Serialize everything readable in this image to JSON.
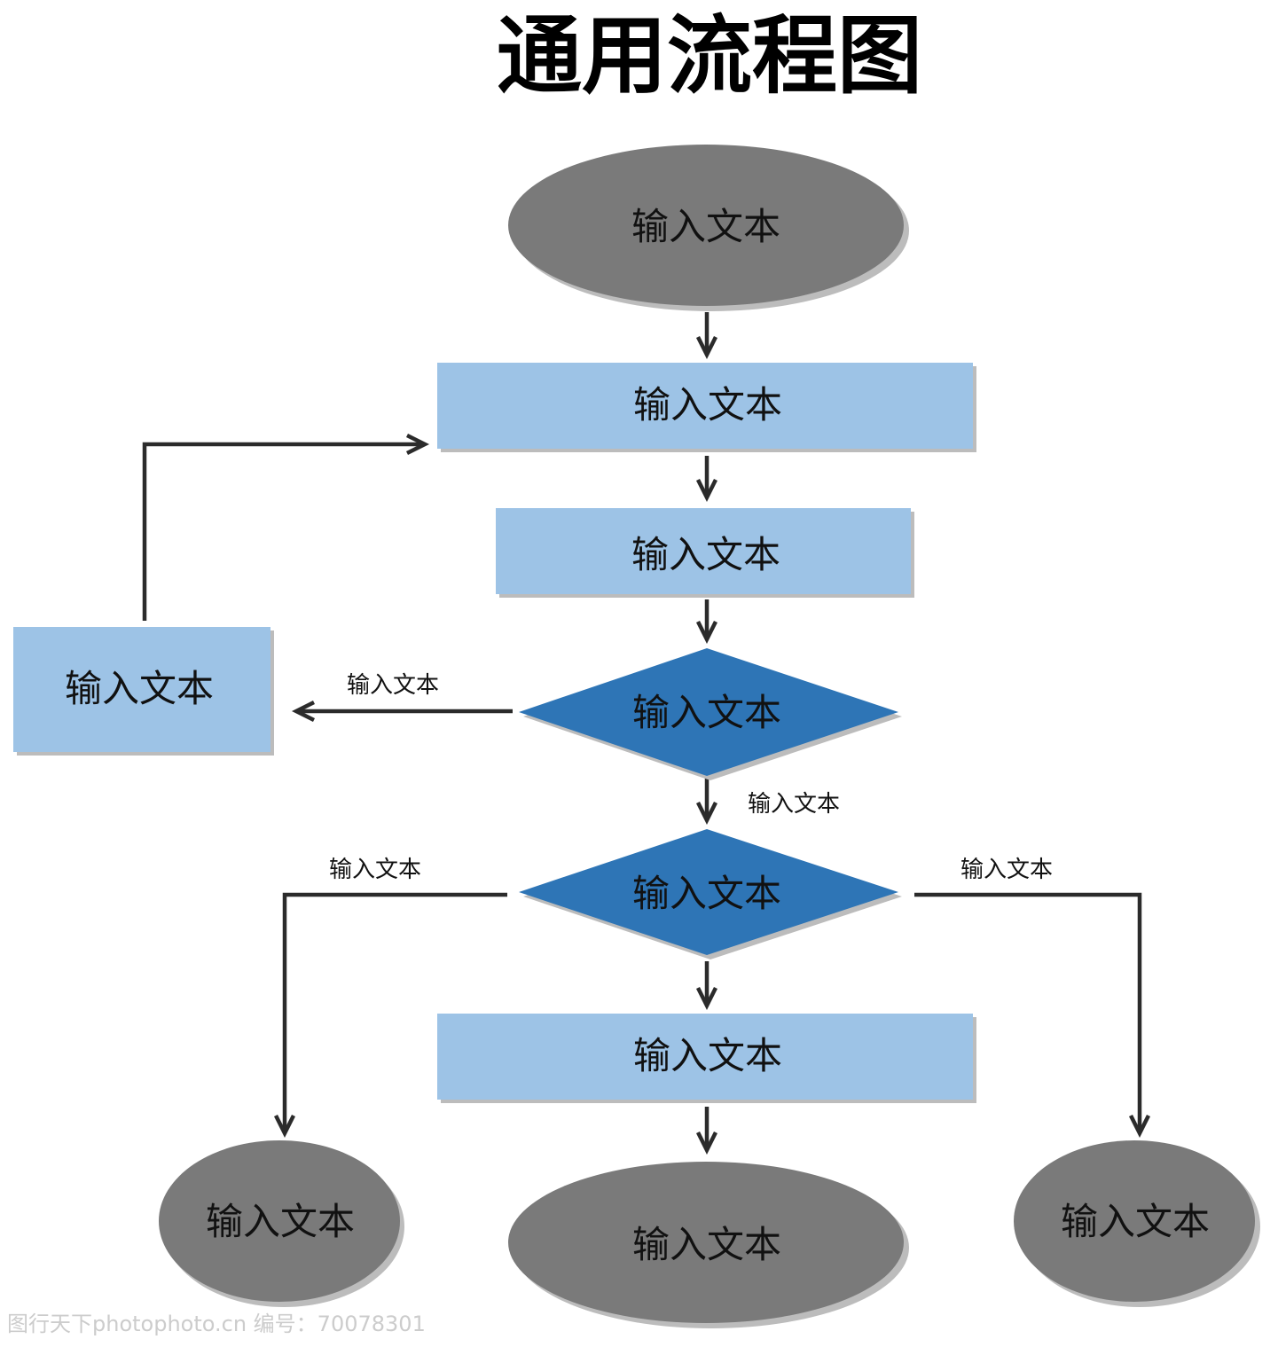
{
  "title": "通用流程图",
  "colors": {
    "terminal": "#7a7a7a",
    "process": "#9dc3e6",
    "decision": "#2e75b6",
    "connector": "#2b2b2b",
    "shadow": "#bcbcbc"
  },
  "nodes": {
    "start": {
      "label": "输入文本",
      "shape": "ellipse"
    },
    "process_1": {
      "label": "输入文本",
      "shape": "rectangle"
    },
    "process_2": {
      "label": "输入文本",
      "shape": "rectangle"
    },
    "side_process": {
      "label": "输入文本",
      "shape": "rectangle"
    },
    "decision_1": {
      "label": "输入文本",
      "shape": "diamond"
    },
    "decision_2": {
      "label": "输入文本",
      "shape": "diamond"
    },
    "process_3": {
      "label": "输入文本",
      "shape": "rectangle"
    },
    "end_left": {
      "label": "输入文本",
      "shape": "ellipse"
    },
    "end_center": {
      "label": "输入文本",
      "shape": "ellipse"
    },
    "end_right": {
      "label": "输入文本",
      "shape": "ellipse"
    }
  },
  "edges": [
    {
      "from": "start",
      "to": "process_1",
      "label": ""
    },
    {
      "from": "process_1",
      "to": "process_2",
      "label": ""
    },
    {
      "from": "process_2",
      "to": "decision_1",
      "label": ""
    },
    {
      "from": "decision_1",
      "to": "side_process",
      "label": "输入文本"
    },
    {
      "from": "side_process",
      "to": "process_1",
      "label": ""
    },
    {
      "from": "decision_1",
      "to": "decision_2",
      "label": "输入文本"
    },
    {
      "from": "decision_2",
      "to": "end_left",
      "label": "输入文本"
    },
    {
      "from": "decision_2",
      "to": "end_right",
      "label": "输入文本"
    },
    {
      "from": "decision_2",
      "to": "process_3",
      "label": ""
    },
    {
      "from": "process_3",
      "to": "end_center",
      "label": ""
    }
  ],
  "watermark": "图行天下photophoto.cn 编号：70078301"
}
